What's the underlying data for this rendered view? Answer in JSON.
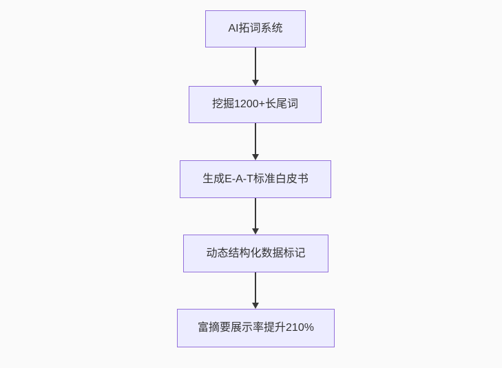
{
  "colors": {
    "canvas_bg": "#fafafa",
    "node_fill": "#ececff",
    "node_border": "#9370db",
    "edge": "#383838",
    "text": "#333333"
  },
  "flowchart": {
    "type": "flowchart",
    "direction": "top-down",
    "nodes": [
      {
        "label": "AI拓词系统"
      },
      {
        "label": "挖掘1200+长尾词"
      },
      {
        "label": "生成E-A-T标准白皮书"
      },
      {
        "label": "动态结构化数据标记"
      },
      {
        "label": "富摘要展示率提升210%"
      }
    ],
    "edges": [
      {
        "from": "AI拓词系统",
        "to": "挖掘1200+长尾词"
      },
      {
        "from": "挖掘1200+长尾词",
        "to": "生成E-A-T标准白皮书"
      },
      {
        "from": "生成E-A-T标准白皮书",
        "to": "动态结构化数据标记"
      },
      {
        "from": "动态结构化数据标记",
        "to": "富摘要展示率提升210%"
      }
    ]
  }
}
